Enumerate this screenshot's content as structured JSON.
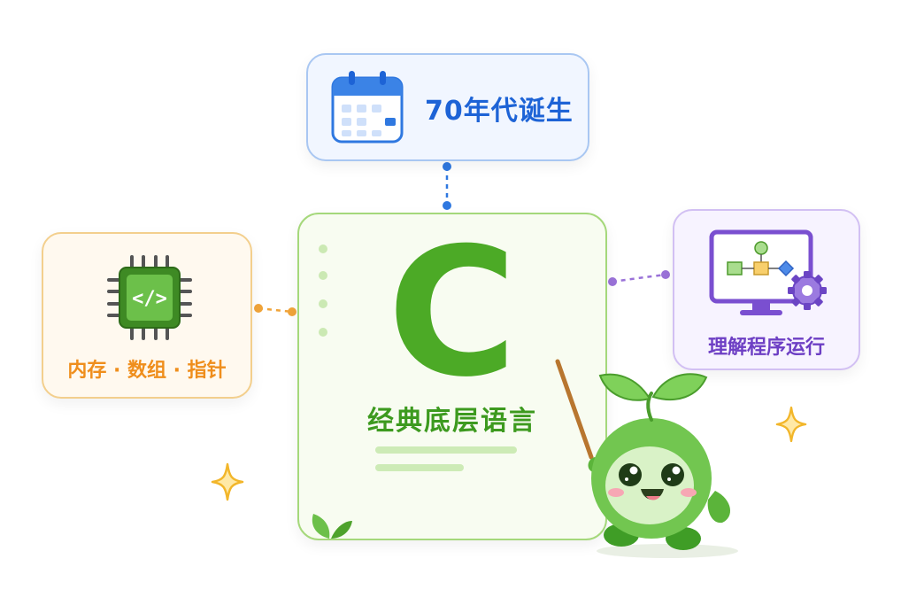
{
  "nodes": {
    "top": {
      "label": "70年代诞生",
      "icon": "calendar-icon",
      "color": "#1d63d6"
    },
    "left": {
      "label": "内存 · 数组 · 指针",
      "icon": "cpu-chip-icon",
      "color": "#ef8e1c"
    },
    "right": {
      "label": "理解程序运行",
      "icon": "monitor-flowchart-icon",
      "color": "#6d3fc4"
    },
    "center": {
      "letter": "C",
      "subtitle": "经典底层语言",
      "color": "#4caa26"
    }
  },
  "decorations": {
    "mascot": "sprout-mascot-icon",
    "sparkles": [
      "sparkle-icon",
      "sparkle-icon"
    ],
    "leaf": "leaf-icon"
  }
}
